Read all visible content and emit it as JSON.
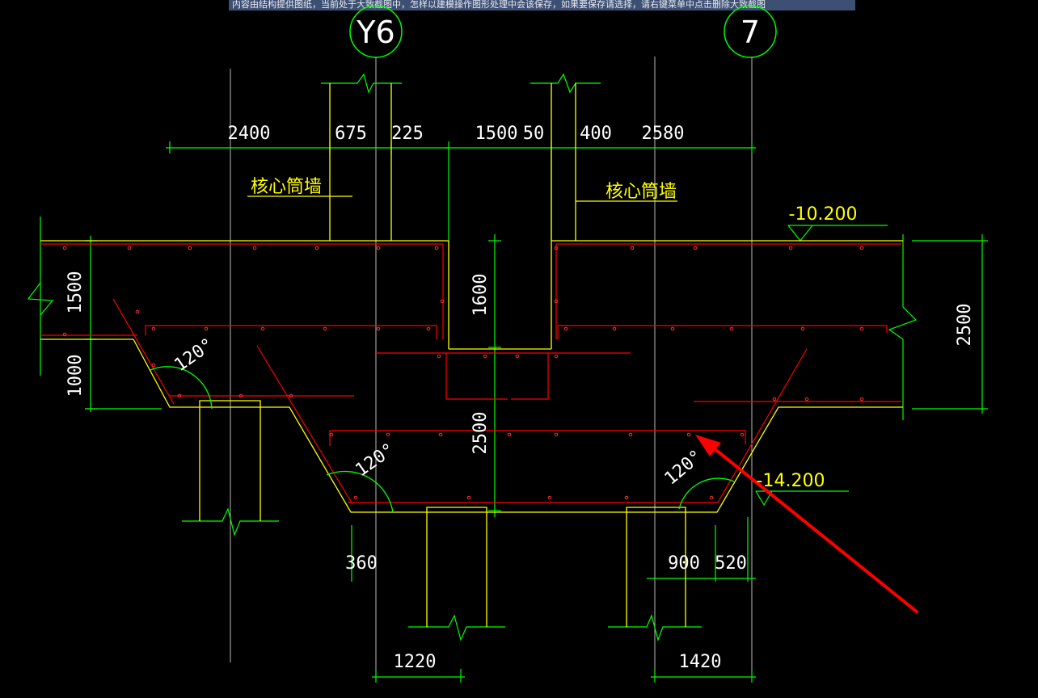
{
  "banner_text": "内容由结构提供图纸，当前处于大致截图中，怎样以建模操作图形处理中会该保存，如果要保存请选择，请右键菜单中点击删除大致截图",
  "axes": {
    "left": "Y6",
    "right": "7"
  },
  "top_dims": [
    "2400",
    "675",
    "225",
    "1500",
    "50",
    "400",
    "2580"
  ],
  "wall_labels": [
    "核心筒墙",
    "核心筒墙"
  ],
  "elevations": [
    "-10.200",
    "-14.200"
  ],
  "left_dims": [
    "1500",
    "1000"
  ],
  "right_dim": "2500",
  "mid_dims": [
    "1600",
    "2500"
  ],
  "angles": [
    "120°",
    "120°",
    "120°"
  ],
  "bottom_dims": [
    "360",
    "900",
    "520",
    "1220",
    "1420"
  ],
  "colors": {
    "green": "#00ff00",
    "yellow": "#ffff00",
    "red": "#ff0000",
    "grey": "#c0c0c0",
    "white": "#ffffff"
  }
}
